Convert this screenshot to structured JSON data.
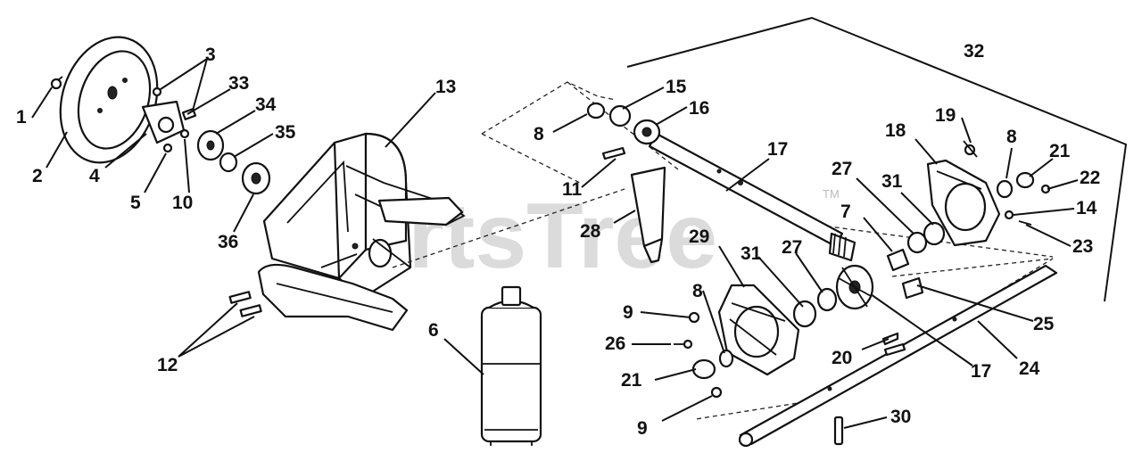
{
  "watermark": {
    "text": "PartsTree",
    "trademark": "TM"
  },
  "callouts": [
    {
      "text": "1"
    },
    {
      "text": "2"
    },
    {
      "text": "3"
    },
    {
      "text": "33"
    },
    {
      "text": "34"
    },
    {
      "text": "35"
    },
    {
      "text": "4"
    },
    {
      "text": "5"
    },
    {
      "text": "10"
    },
    {
      "text": "36"
    },
    {
      "text": "13"
    },
    {
      "text": "12"
    },
    {
      "text": "6"
    },
    {
      "text": "8"
    },
    {
      "text": "15"
    },
    {
      "text": "16"
    },
    {
      "text": "11"
    },
    {
      "text": "28"
    },
    {
      "text": "17"
    },
    {
      "text": "32"
    },
    {
      "text": "19"
    },
    {
      "text": "18"
    },
    {
      "text": "8"
    },
    {
      "text": "21"
    },
    {
      "text": "22"
    },
    {
      "text": "27"
    },
    {
      "text": "31"
    },
    {
      "text": "7"
    },
    {
      "text": "14"
    },
    {
      "text": "23"
    },
    {
      "text": "29"
    },
    {
      "text": "31"
    },
    {
      "text": "27"
    },
    {
      "text": "25"
    },
    {
      "text": "9"
    },
    {
      "text": "8"
    },
    {
      "text": "26"
    },
    {
      "text": "20"
    },
    {
      "text": "21"
    },
    {
      "text": "17"
    },
    {
      "text": "24"
    },
    {
      "text": "9"
    },
    {
      "text": "30"
    }
  ]
}
